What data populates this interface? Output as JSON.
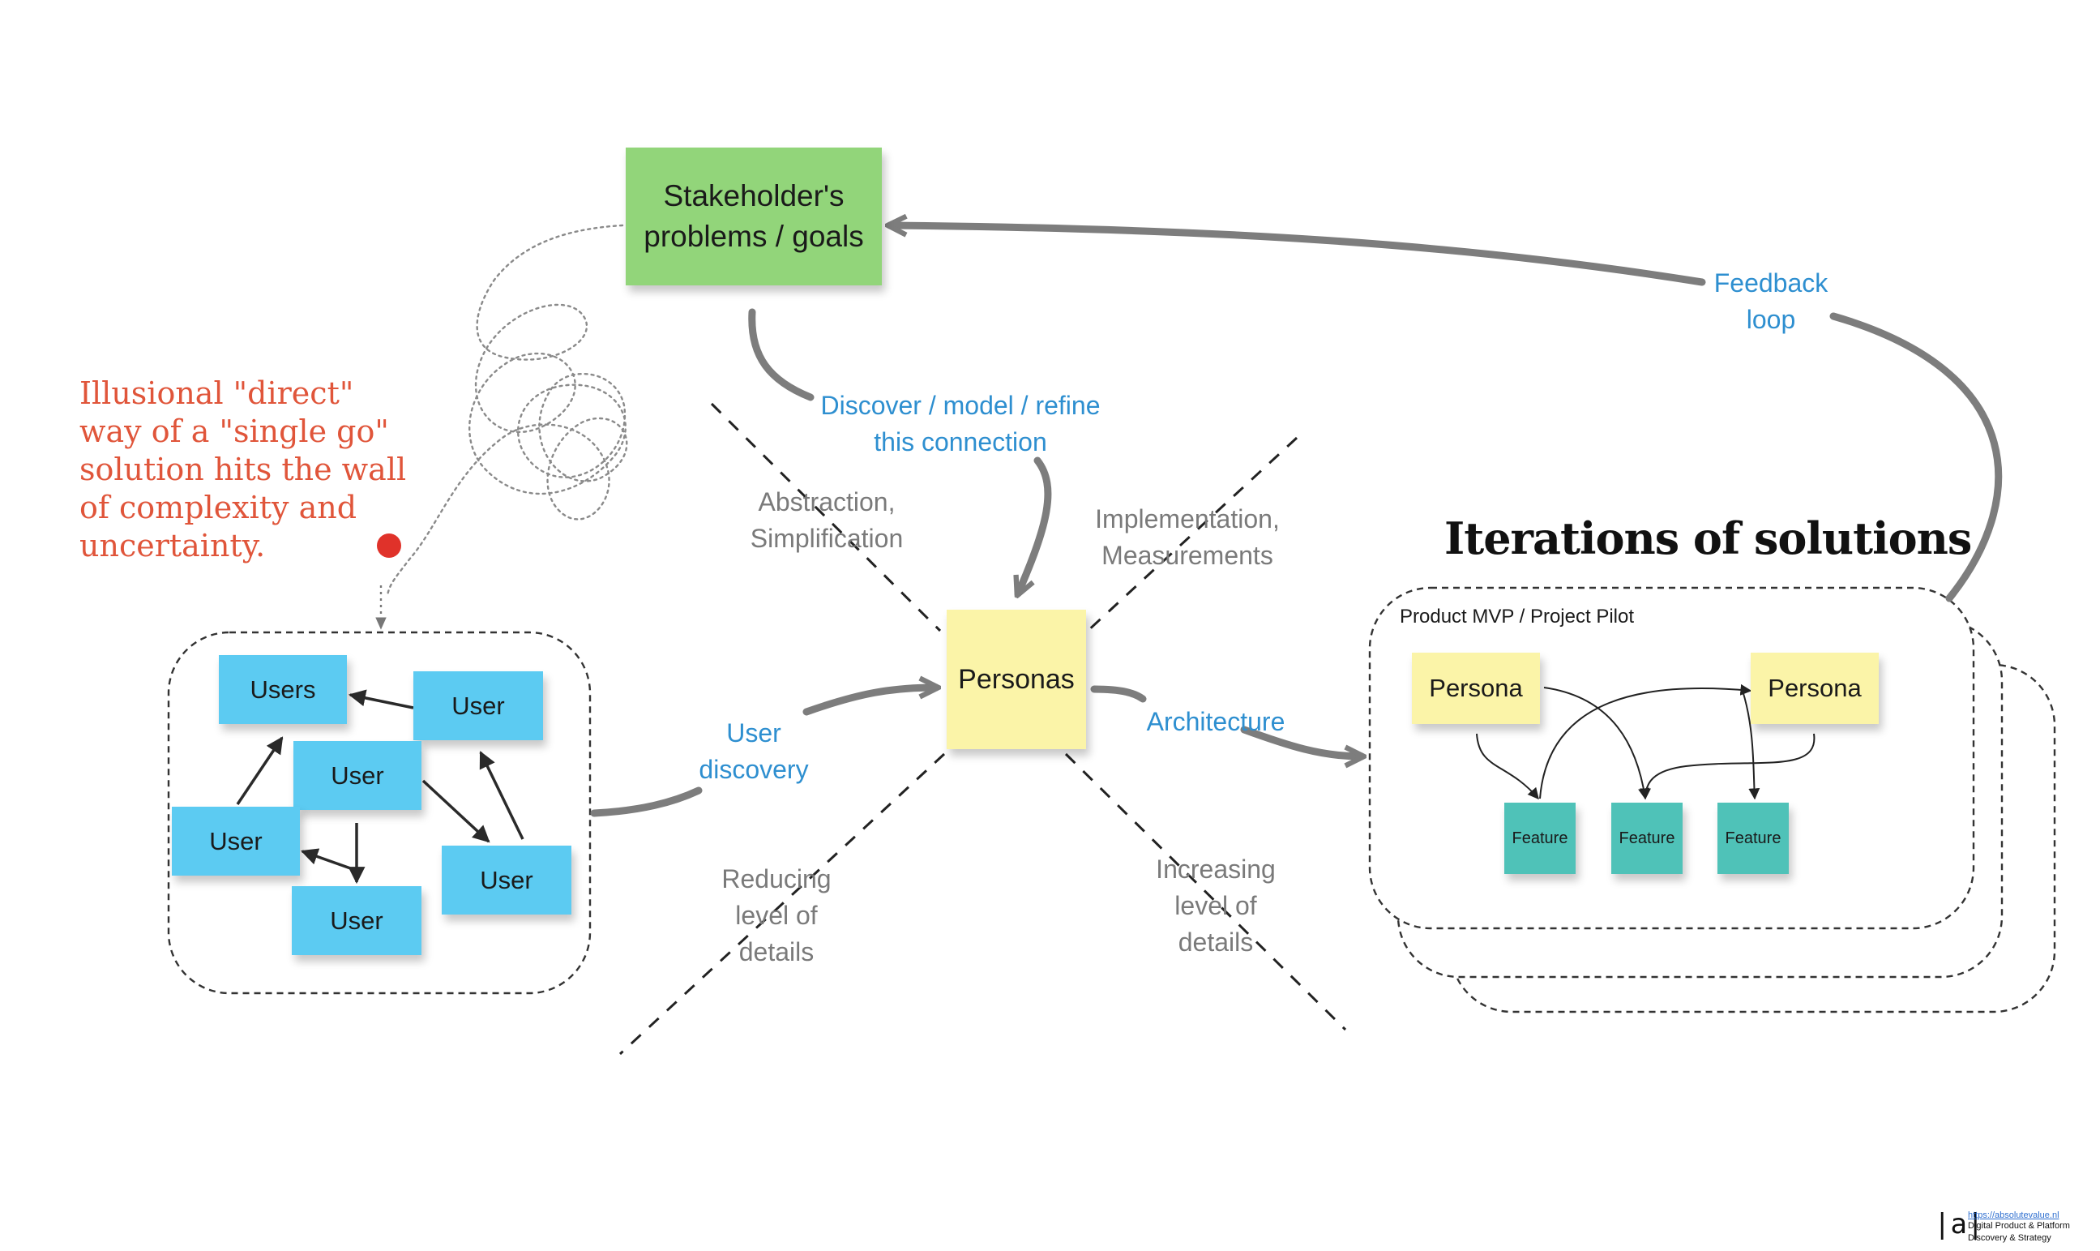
{
  "stakeholder": {
    "line1": "Stakeholder's",
    "line2": "problems / goals"
  },
  "illusional_note": {
    "line1": "Illusional \"direct\"",
    "line2": "way of a \"single go\"",
    "line3": "solution hits the wall",
    "line4": "of complexity and",
    "line5": "uncertainty."
  },
  "users_cluster": {
    "stickies": [
      "Users",
      "User",
      "User",
      "User",
      "User",
      "User"
    ]
  },
  "labels": {
    "discover_1": "Discover / model / refine",
    "discover_2": "this connection",
    "feedback_1": "Feedback",
    "feedback_2": "loop",
    "user_discovery_1": "User",
    "user_discovery_2": "discovery",
    "architecture": "Architecture",
    "abstraction_1": "Abstraction,",
    "abstraction_2": "Simplification",
    "implementation_1": "Implementation,",
    "implementation_2": "Measurements",
    "reducing_1": "Reducing",
    "reducing_2": "level of",
    "reducing_3": "details",
    "increasing_1": "Increasing",
    "increasing_2": "level of",
    "increasing_3": "details"
  },
  "personas_center": "Personas",
  "iterations": {
    "title": "Iterations of solutions",
    "panel_title": "Product MVP / Project Pilot",
    "persona_left": "Persona",
    "persona_right": "Persona",
    "features": [
      "Feature",
      "Feature",
      "Feature"
    ]
  },
  "logo": {
    "mark": "|a|",
    "url": "https://absolutevalue.nl",
    "tagline_1": "Digital Product & Platform",
    "tagline_2": "Discovery & Strategy"
  },
  "colors": {
    "user_sticky": "#5ccbf2",
    "stakeholder_sticky": "#92d57a",
    "persona_sticky": "#fbf4a8",
    "feature_sticky": "#4fc2b8",
    "flow_arrow": "#7d7d7d",
    "blue_label": "#2e8fd0",
    "warning_text": "#e0553a",
    "stop_marker": "#e0322a"
  }
}
